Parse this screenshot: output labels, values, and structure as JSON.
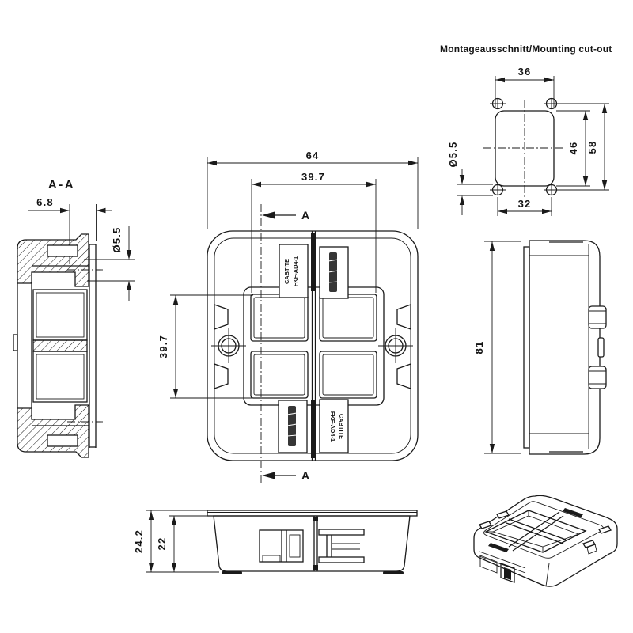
{
  "page": {
    "background": "#ffffff",
    "line_color": "#1a1a1a"
  },
  "views": {
    "cutout": {
      "title": "Montageausschnitt/Mounting cut-out",
      "dim_width": "36",
      "dim_cutout_height": "46",
      "dim_hole_spacing_v": "58",
      "dim_hole_dia": "Ø5.5",
      "dim_hole_spacing_h": "32"
    },
    "section": {
      "title": "A-A",
      "dim_flange_depth": "6.8",
      "dim_hole_dia": "Ø5.5"
    },
    "front": {
      "dim_overall_width": "64",
      "dim_window_width": "39.7",
      "dim_window_height": "39.7",
      "section_marker": "A",
      "product_label_line1": "CABTITE",
      "product_label_line2": "FKF-AD4-1"
    },
    "side": {
      "dim_height": "81"
    },
    "bottom": {
      "dim_overall_depth": "24.2",
      "dim_body_depth": "22"
    }
  }
}
